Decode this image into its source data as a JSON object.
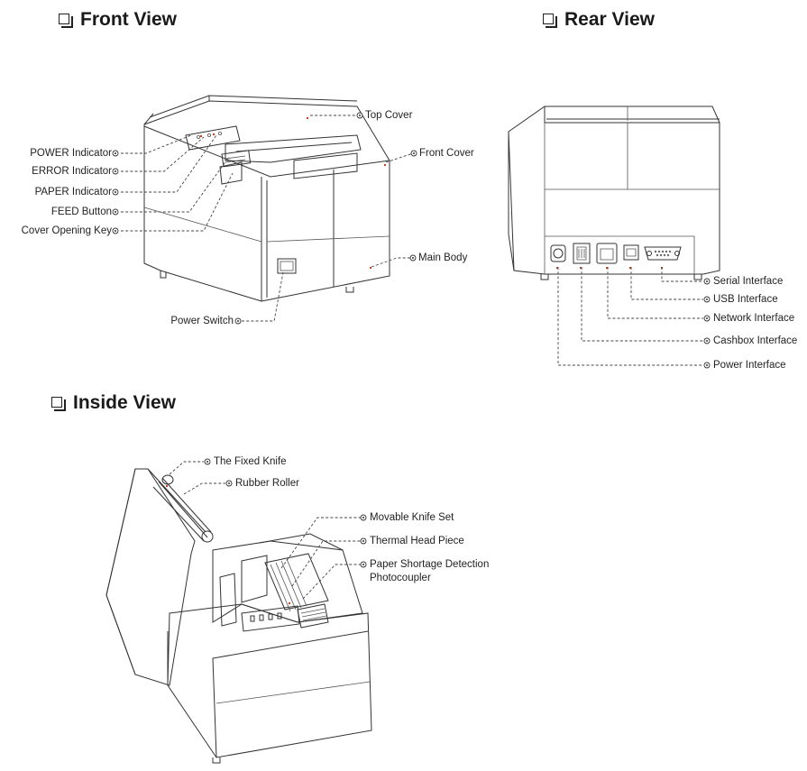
{
  "sections": {
    "front": "Front View",
    "rear": "Rear View",
    "inside": "Inside View"
  },
  "front_labels": {
    "power_indicator": "POWER Indicator",
    "error_indicator": "ERROR Indicator",
    "paper_indicator": "PAPER Indicator",
    "feed_button": "FEED Button",
    "cover_opening_key": "Cover Opening Key",
    "top_cover": "Top Cover",
    "front_cover": "Front Cover",
    "main_body": "Main Body",
    "power_switch": "Power Switch"
  },
  "rear_labels": {
    "serial_interface": "Serial Interface",
    "usb_interface": "USB Interface",
    "network_interface": "Network Interface",
    "cashbox_interface": "Cashbox Interface",
    "power_interface": "Power Interface"
  },
  "inside_labels": {
    "fixed_knife": "The Fixed Knife",
    "rubber_roller": "Rubber Roller",
    "movable_knife_set": "Movable Knife Set",
    "thermal_head_piece": "Thermal Head Piece",
    "paper_shortage_line1": "Paper Shortage Detection",
    "paper_shortage_line2": "Photocoupler"
  },
  "colors": {
    "accent": "#c8421e",
    "line": "#333333"
  },
  "icons": {
    "heading_marker": "checkbox-icon"
  }
}
